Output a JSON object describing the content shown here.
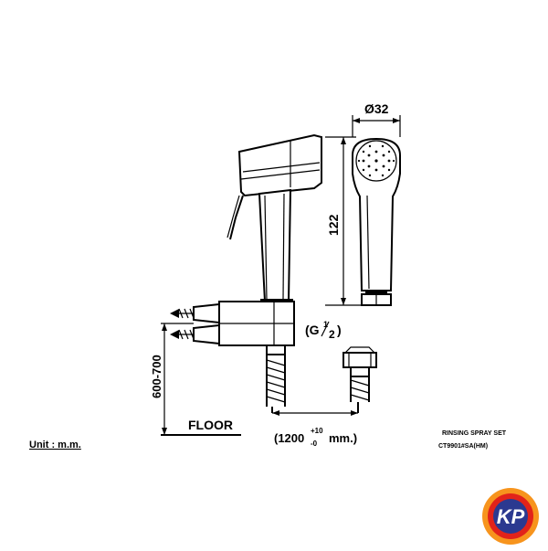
{
  "diagram": {
    "diameter_label": "Ø32",
    "height_label": "122",
    "wall_height_label": "600-700",
    "floor_label": "FLOOR",
    "thread_label_prefix": "(G",
    "thread_label_num": "1",
    "thread_label_den": "2",
    "thread_label_suffix": ")",
    "hose_length_prefix": "(1200",
    "hose_tol_plus": "+10",
    "hose_tol_minus": "-0",
    "hose_length_suffix": "mm.)",
    "unit_label": "Unit : m.m.",
    "product_name": "RINSING SPRAY SET",
    "product_code": "CT9901#SA(HM)"
  },
  "logo": {
    "text": "KP",
    "colors": {
      "outer": "#f7941d",
      "ring": "#e2231a",
      "inner": "#2b3990",
      "text": "#ffffff"
    }
  }
}
